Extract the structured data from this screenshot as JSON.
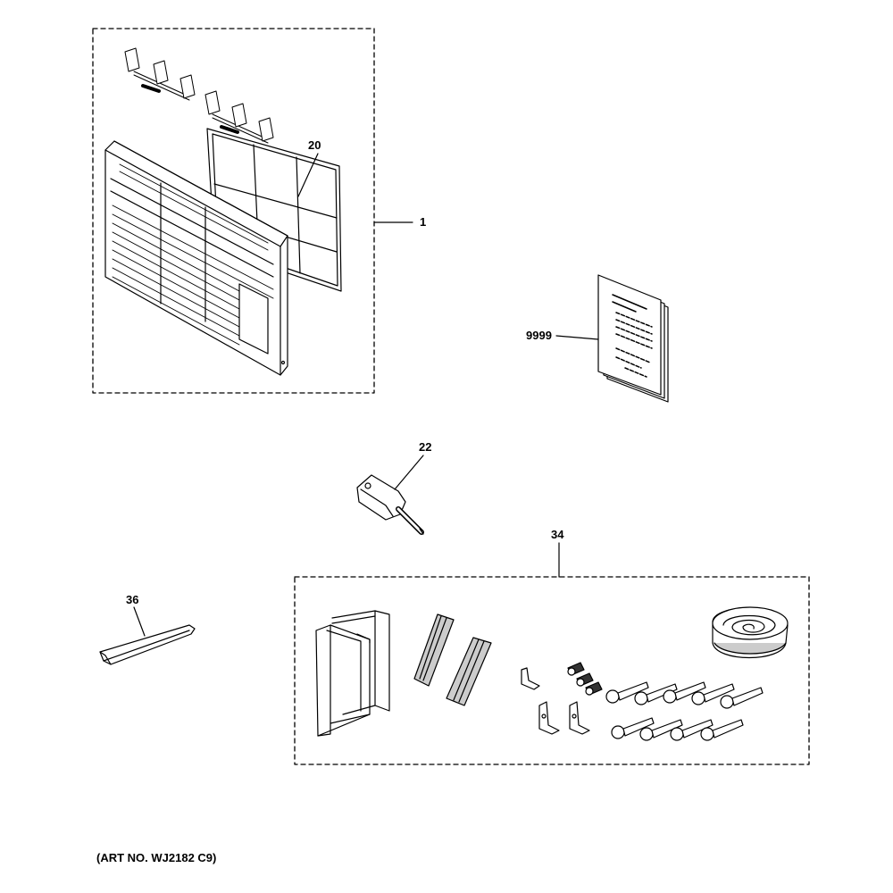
{
  "diagram": {
    "callouts": {
      "part_1": "1",
      "part_20": "20",
      "part_9999": "9999",
      "part_22": "22",
      "part_34": "34",
      "part_36": "36"
    },
    "art_number": "(ART NO. WJ2182 C9)"
  },
  "colors": {
    "line": "#000000",
    "fill": "#ffffff",
    "shade": "#cccccc"
  }
}
